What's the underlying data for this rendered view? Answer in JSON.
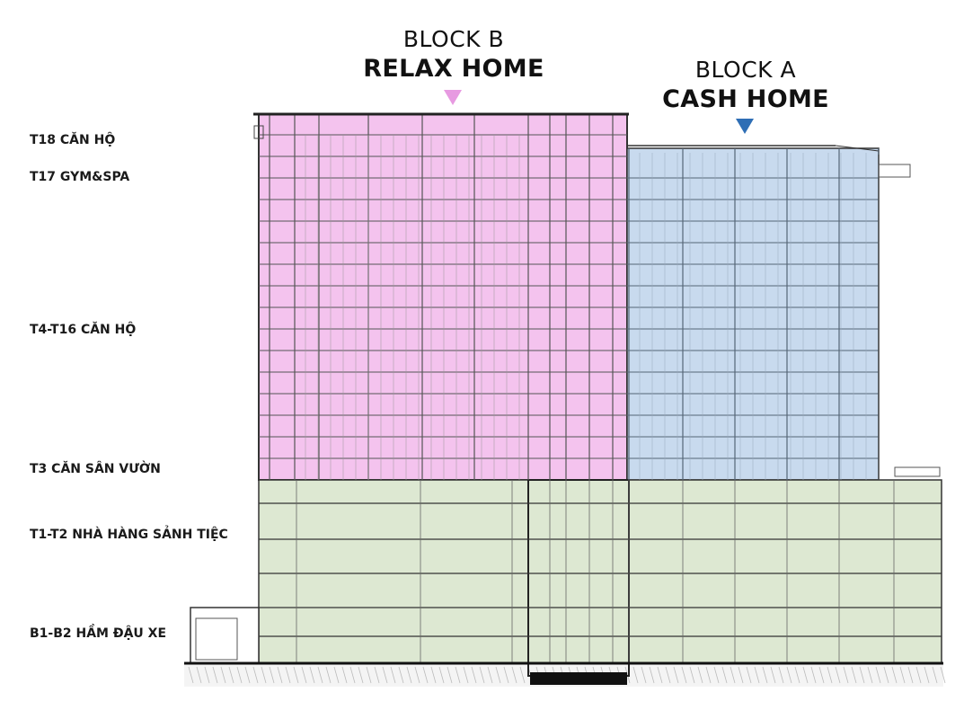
{
  "blocks": {
    "b": {
      "line1": "BLOCK B",
      "line2": "RELAX HOME",
      "marker_color": "#e79ae1",
      "fill_color": "#f4c3ee"
    },
    "a": {
      "line1": "BLOCK A",
      "line2": "CASH HOME",
      "marker_color": "#2e6eb5",
      "fill_color": "#c8daee"
    }
  },
  "podium_color": "#dde8d2",
  "floors": [
    {
      "label": "T18 CĂN HỘ"
    },
    {
      "label": "T17 GYM&SPA"
    },
    {
      "label": "T4-T16 CĂN HỘ"
    },
    {
      "label": "T3 CĂN SÂN VƯỜN"
    },
    {
      "label": "T1-T2 NHÀ HÀNG SẢNH TIỆC"
    },
    {
      "label": "B1-B2 HẦM ĐẬU XE"
    }
  ]
}
